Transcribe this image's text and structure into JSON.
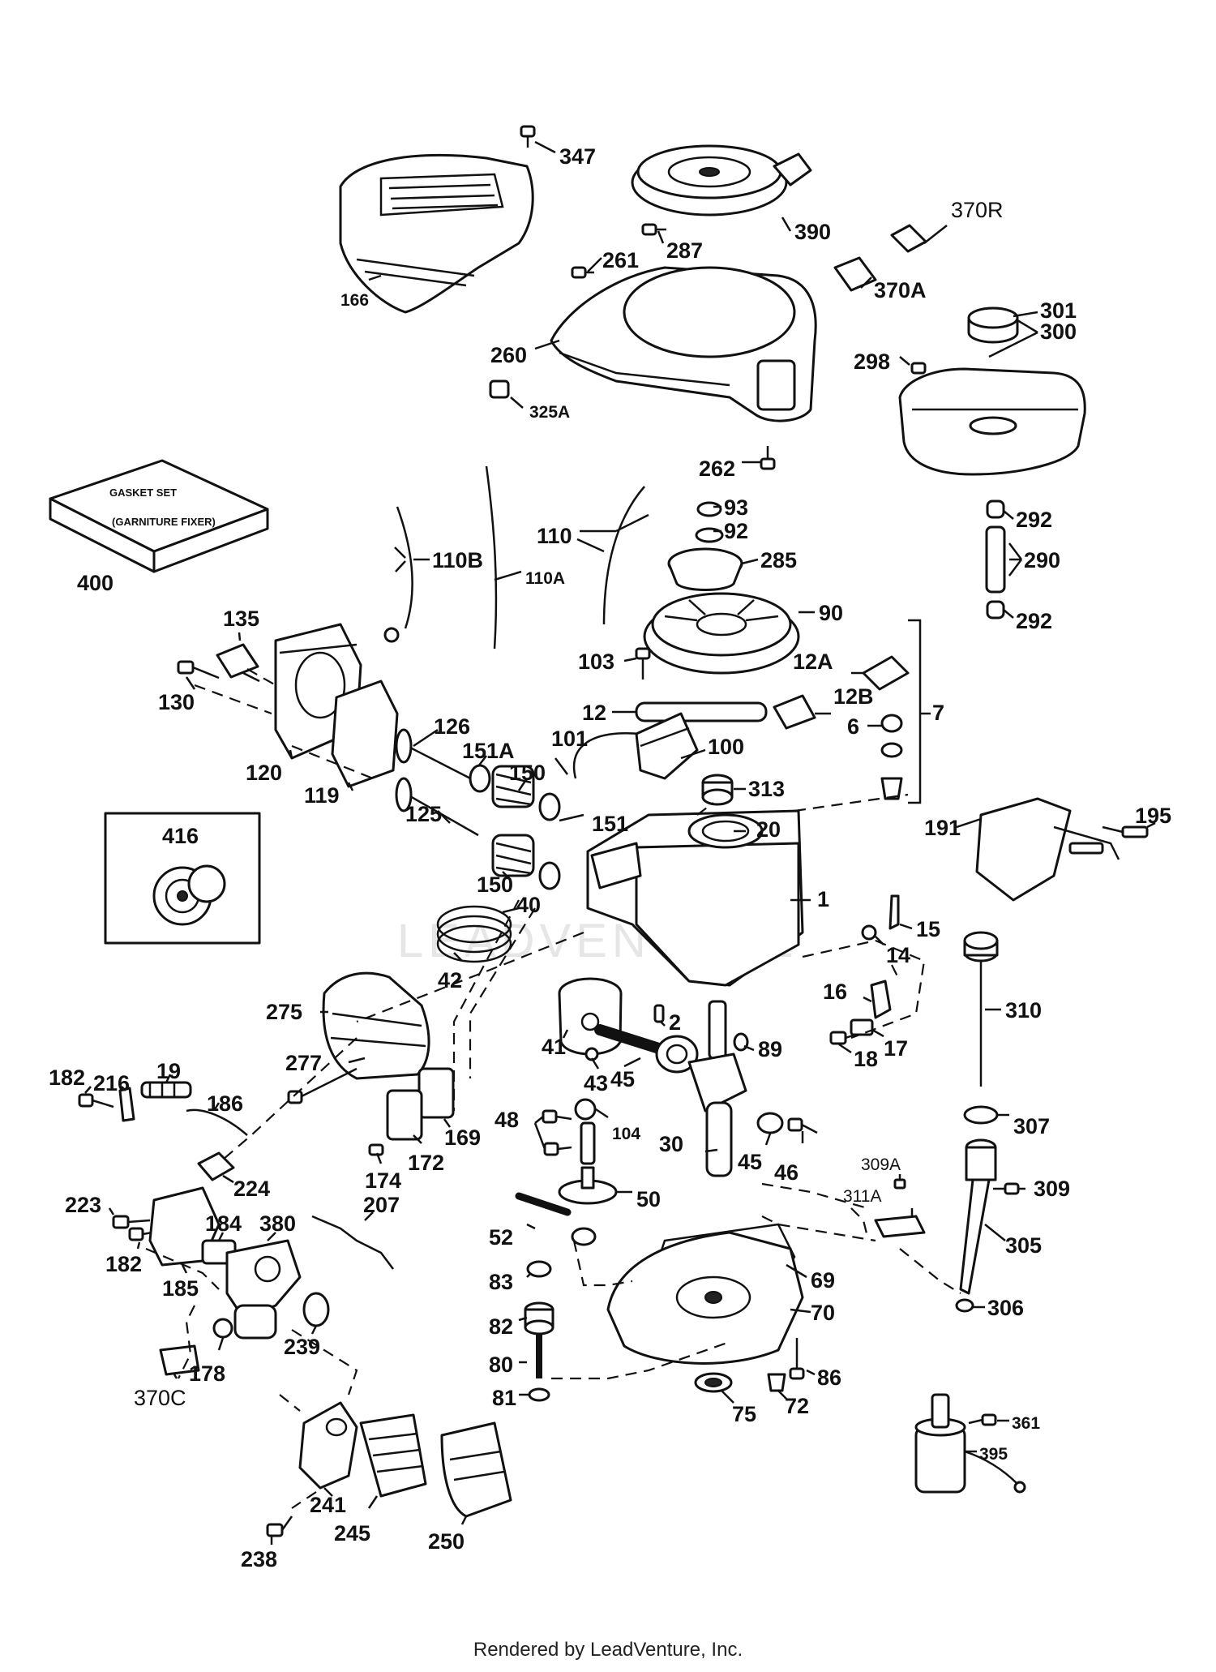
{
  "diagram": {
    "footer": "Rendered by LeadVenture, Inc.",
    "watermark": "LEADVENTURE",
    "gasket_box": {
      "line1": "GASKET SET",
      "line2": "(GARNITURE FIXER)"
    },
    "callouts": [
      "347",
      "390",
      "287",
      "370R",
      "166",
      "261",
      "370A",
      "260",
      "301",
      "300",
      "298",
      "325A",
      "262",
      "400",
      "93",
      "92",
      "110",
      "110B",
      "285",
      "110A",
      "90",
      "292",
      "290",
      "292",
      "135",
      "103",
      "12A",
      "130",
      "12",
      "12B",
      "6",
      "7",
      "126",
      "151A",
      "101",
      "100",
      "120",
      "119",
      "150",
      "313",
      "125",
      "416",
      "151",
      "20",
      "191",
      "195",
      "150",
      "40",
      "1",
      "15",
      "14",
      "42",
      "16",
      "310",
      "275",
      "2",
      "41",
      "17",
      "89",
      "18",
      "277",
      "43",
      "45",
      "182",
      "216",
      "19",
      "186",
      "169",
      "48",
      "104",
      "307",
      "172",
      "30",
      "45",
      "46",
      "224",
      "174",
      "309A",
      "50",
      "309",
      "311A",
      "223",
      "207",
      "184",
      "380",
      "52",
      "305",
      "182",
      "185",
      "83",
      "69",
      "70",
      "306",
      "82",
      "239",
      "80",
      "86",
      "178",
      "370C",
      "81",
      "75",
      "72",
      "361",
      "395",
      "241",
      "245",
      "238",
      "250"
    ]
  }
}
